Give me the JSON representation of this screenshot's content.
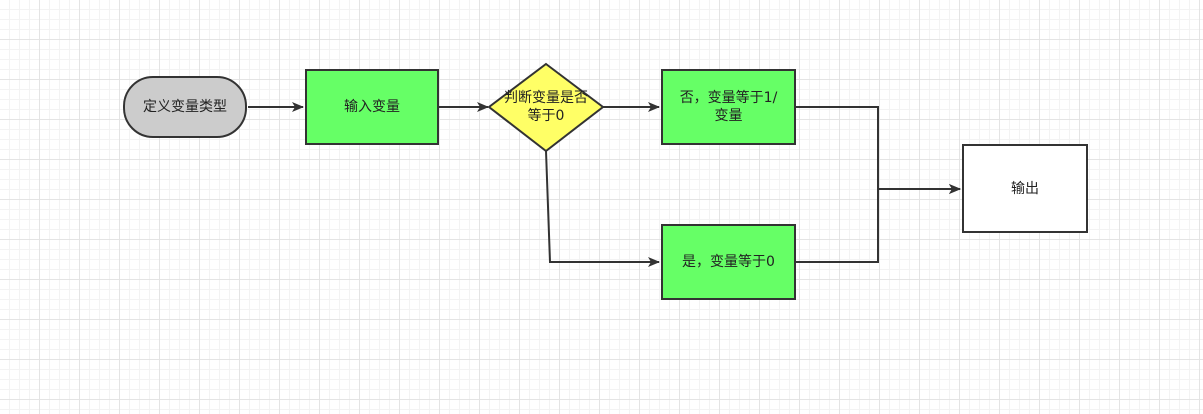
{
  "diagram": {
    "nodes": {
      "start": {
        "label": "定义变量类型",
        "fill": "#cccccc"
      },
      "input": {
        "label": "输入变量",
        "fill": "#66ff66"
      },
      "decision": {
        "label": "判断变量是否等于0",
        "fill": "#ffff66"
      },
      "no_branch": {
        "label": "否，变量等于1/变量",
        "fill": "#66ff66"
      },
      "yes_branch": {
        "label": "是，变量等于0",
        "fill": "#66ff66"
      },
      "output": {
        "label": "输出",
        "fill": "#ffffff"
      }
    },
    "edges": [
      {
        "from": "start",
        "to": "input"
      },
      {
        "from": "input",
        "to": "decision"
      },
      {
        "from": "decision",
        "to": "no_branch"
      },
      {
        "from": "decision",
        "to": "yes_branch"
      },
      {
        "from": "no_branch",
        "to": "output"
      },
      {
        "from": "yes_branch",
        "to": "output"
      }
    ],
    "stroke_color": "#333333"
  }
}
